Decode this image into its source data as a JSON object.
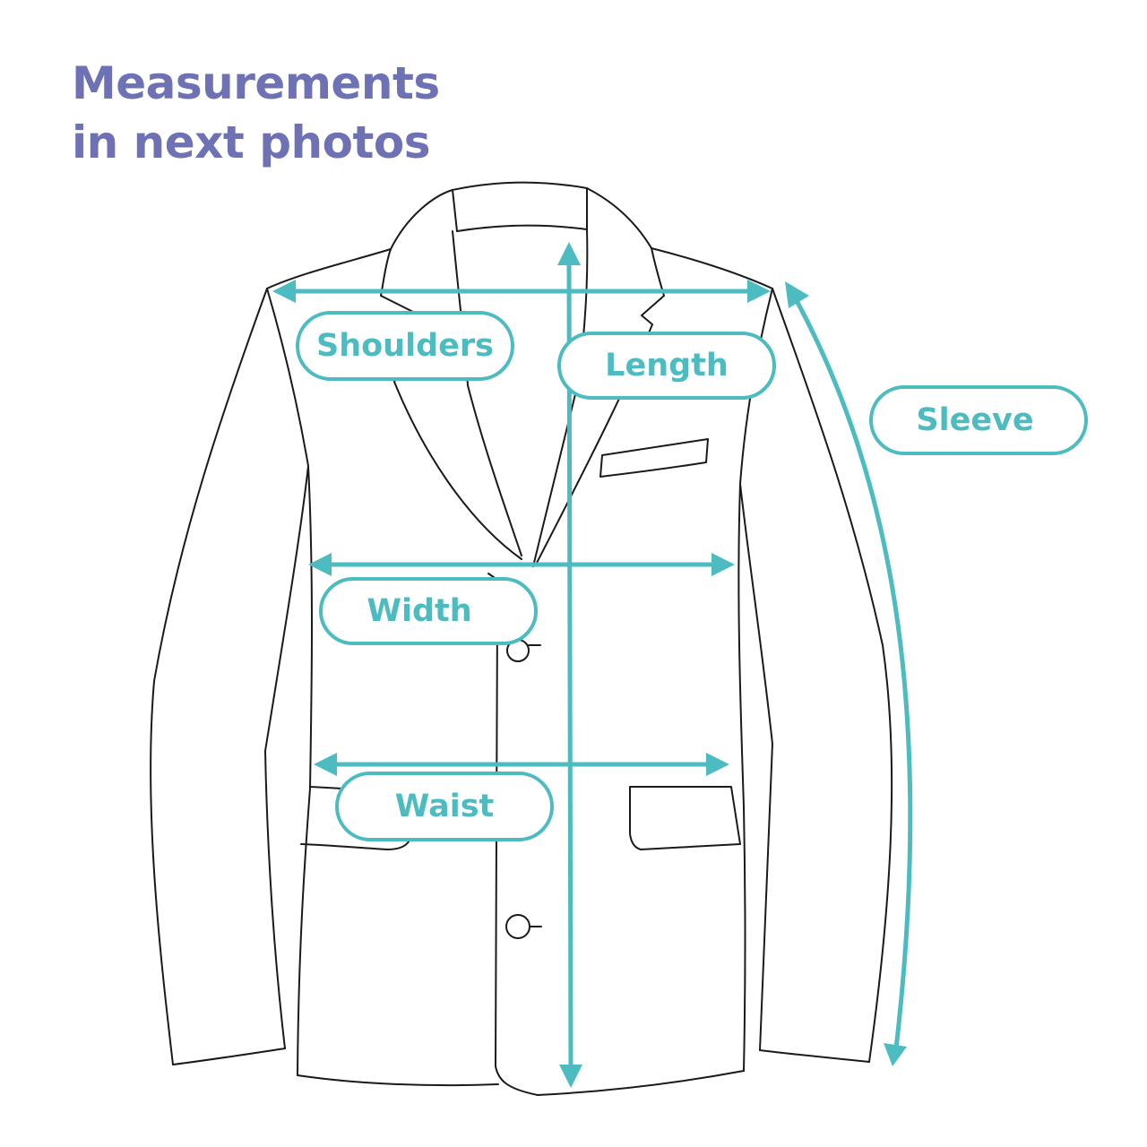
{
  "title": {
    "line1": "Measurements",
    "line2": "in next photos"
  },
  "labels": {
    "shoulders": "Shoulders",
    "length": "Length",
    "sleeve": "Sleeve",
    "width": "Width",
    "waist": "Waist"
  },
  "colors": {
    "title": "#6e72b4",
    "accent": "#4cbcc0",
    "outline": "#1a1a1a"
  },
  "icons": {
    "illustration": "jacket-outline"
  }
}
